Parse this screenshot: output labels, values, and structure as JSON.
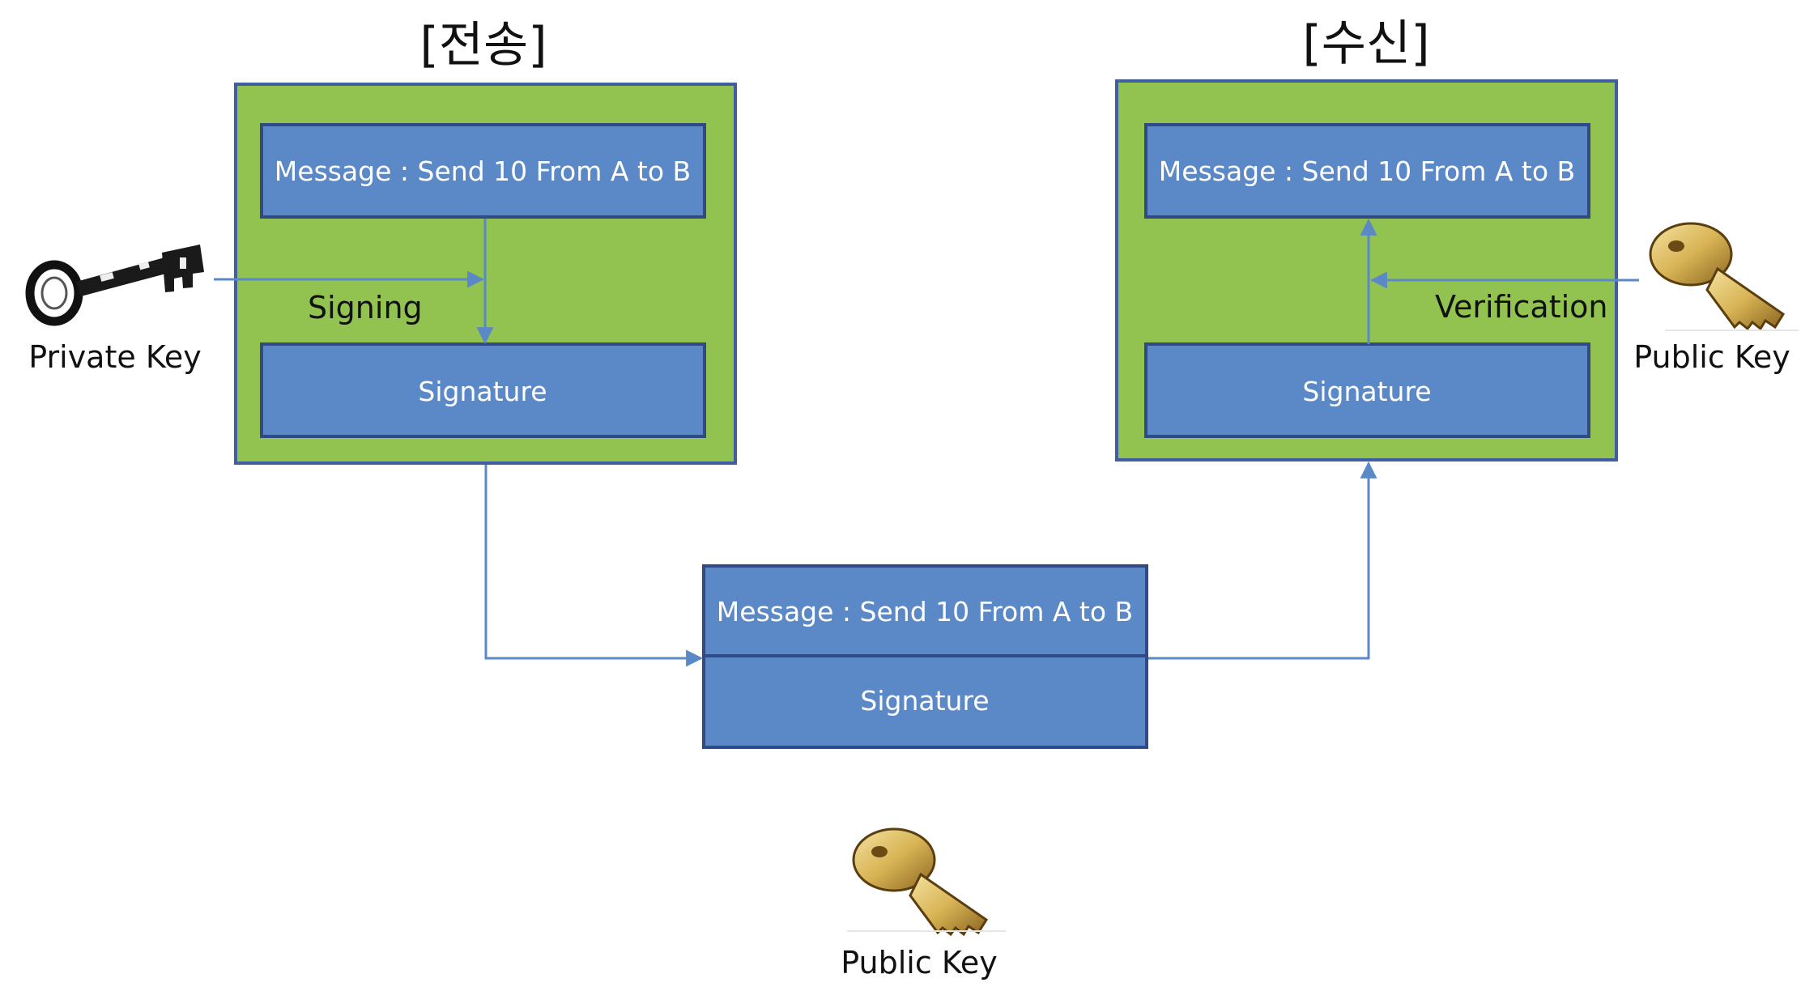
{
  "send_panel": {
    "title": "[전송]",
    "message_label": "Message : Send 10 From A to B",
    "signature_label": "Signature",
    "process_label": "Signing"
  },
  "receive_panel": {
    "title": "[수신]",
    "message_label": "Message : Send 10 From A to B",
    "signature_label": "Signature",
    "process_label": "Verification"
  },
  "transmitted_packet": {
    "message_label": "Message : Send 10 From A to B",
    "signature_label": "Signature"
  },
  "keys": {
    "private_key_label": "Private Key",
    "public_key_receiver_label": "Public Key",
    "public_key_shared_label": "Public Key"
  },
  "icons": {
    "private_key": "skeleton-key-icon",
    "public_key": "gold-key-icon"
  },
  "colors": {
    "panel_green": "#92c24f",
    "box_blue": "#5b89c8",
    "box_border": "#2f4a87",
    "arrow": "#5b89c8"
  }
}
